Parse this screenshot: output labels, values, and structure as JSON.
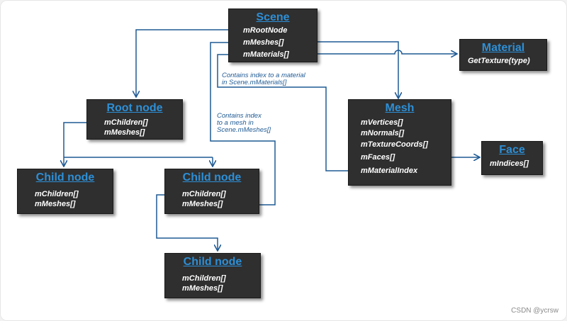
{
  "nodes": {
    "scene": {
      "title": "Scene",
      "fields": [
        "mRootNode",
        "mMeshes[]",
        "mMaterials[]"
      ]
    },
    "material": {
      "title": "Material",
      "fields": [
        "GetTexture(type)"
      ]
    },
    "root": {
      "title": "Root node",
      "fields": [
        "mChildren[]",
        "mMeshes[]"
      ]
    },
    "mesh": {
      "title": "Mesh",
      "fields": [
        "mVertices[]",
        "mNormals[]",
        "mTextureCoords[]",
        "mFaces[]",
        "mMaterialIndex"
      ]
    },
    "face": {
      "title": "Face",
      "fields": [
        "mIndices[]"
      ]
    },
    "child1": {
      "title": "Child node",
      "fields": [
        "mChildren[]",
        "mMeshes[]"
      ]
    },
    "child2": {
      "title": "Child node",
      "fields": [
        "mChildren[]",
        "mMeshes[]"
      ]
    },
    "child3": {
      "title": "Child node",
      "fields": [
        "mChildren[]",
        "mMeshes[]"
      ]
    }
  },
  "notes": {
    "material_index": [
      "Contains index to a material",
      "in Scene.mMaterials[]"
    ],
    "mesh_index": [
      "Contains index",
      "to a mesh in",
      "Scene.mMeshes[]"
    ]
  },
  "watermark": "CSDN @ycrsw",
  "colors": {
    "box": "#2f2f2f",
    "title": "#2d8fd6",
    "connector": "#1f5a94"
  }
}
